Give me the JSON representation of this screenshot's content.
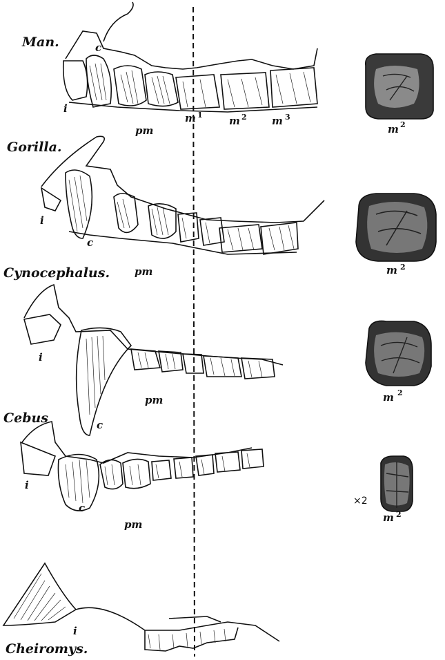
{
  "species": {
    "man": "Man.",
    "gorilla": "Gorilla.",
    "cynocephalus": "Cynocephalus.",
    "cebus": "Cebus",
    "cheiromys": "Cheiromys."
  },
  "tooth_labels": {
    "incisor": "i",
    "canine": "c",
    "premolar": "pm",
    "molar1": "m",
    "molar2": "m",
    "molar3": "m",
    "incisor_mark": "i"
  },
  "superscripts": {
    "one": "1",
    "two": "2",
    "three": "3"
  },
  "scale_mark": "×2"
}
